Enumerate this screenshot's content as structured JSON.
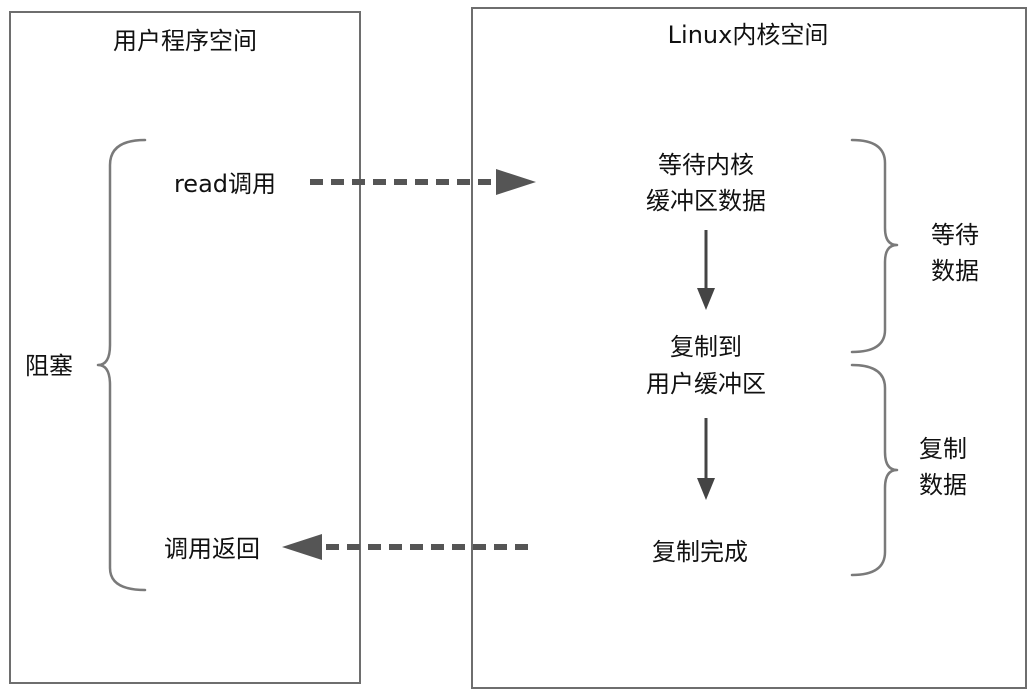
{
  "user_space": {
    "title": "用户程序空间",
    "blocking_label": "阻塞",
    "read_call": "read调用",
    "call_return": "调用返回"
  },
  "kernel_space": {
    "title": "Linux内核空间",
    "steps": [
      {
        "line1": "等待内核",
        "line2": "缓冲区数据"
      },
      {
        "line1": "复制到",
        "line2": "用户缓冲区"
      },
      {
        "line1": "复制完成"
      }
    ],
    "phases": [
      {
        "line1": "等待",
        "line2": "数据"
      },
      {
        "line1": "复制",
        "line2": "数据"
      }
    ]
  }
}
